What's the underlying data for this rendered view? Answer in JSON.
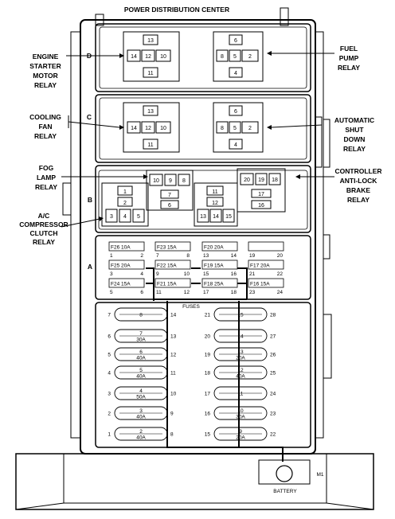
{
  "title": "POWER DISTRIBUTION CENTER",
  "left_labels": {
    "engine_starter": [
      "ENGINE",
      "STARTER",
      "MOTOR",
      "RELAY"
    ],
    "cooling_fan": [
      "COOLING",
      "FAN",
      "RELAY"
    ],
    "fog_lamp": [
      "FOG",
      "LAMP",
      "RELAY"
    ],
    "ac_compressor": [
      "A/C",
      "COMPRESSOR",
      "CLUTCH",
      "RELAY"
    ]
  },
  "right_labels": {
    "fuel_pump": [
      "FUEL",
      "PUMP",
      "RELAY"
    ],
    "auto_shutdown": [
      "AUTOMATIC",
      "SHUT",
      "DOWN",
      "RELAY"
    ],
    "antilock": [
      "CONTROLLER",
      "ANTI-LOCK",
      "BRAKE",
      "RELAY"
    ]
  },
  "section_letters": {
    "d": "D",
    "c": "C",
    "b": "B",
    "a": "A"
  },
  "relay_pins": {
    "top": "13",
    "left": "14",
    "center": "12",
    "right": "10",
    "bottom": "11"
  },
  "relay_pins_right": {
    "top": "6",
    "left": "8",
    "center": "5",
    "right": "2",
    "bottom": "4"
  },
  "mini_fuses": [
    {
      "label": "F26 10A",
      "left": "1",
      "right": "2"
    },
    {
      "label": "F23 15A",
      "left": "7",
      "right": "8"
    },
    {
      "label": "F20 20A",
      "left": "13",
      "right": "14"
    },
    {
      "label": "",
      "left": "19",
      "right": "20"
    },
    {
      "label": "F25 20A",
      "left": "3",
      "right": "4"
    },
    {
      "label": "F22 15A",
      "left": "9",
      "right": "10"
    },
    {
      "label": "F19 15A",
      "left": "15",
      "right": "16"
    },
    {
      "label": "F17 20A",
      "left": "21",
      "right": "22"
    },
    {
      "label": "F24 15A",
      "left": "5",
      "right": "6"
    },
    {
      "label": "F21 15A",
      "left": "11",
      "right": "12"
    },
    {
      "label": "F18 25A",
      "left": "17",
      "right": "18"
    },
    {
      "label": "F16 15A",
      "left": "23",
      "right": "24"
    }
  ],
  "fuses_label": "FUSES",
  "maxi_left": [
    {
      "left": "7",
      "num": "8",
      "amp": "",
      "right": "14"
    },
    {
      "left": "6",
      "num": "7",
      "amp": "30A",
      "right": "13"
    },
    {
      "left": "5",
      "num": "6",
      "amp": "40A",
      "right": "12"
    },
    {
      "left": "4",
      "num": "5",
      "amp": "40A",
      "right": "11"
    },
    {
      "left": "3",
      "num": "4",
      "amp": "50A",
      "right": "10"
    },
    {
      "left": "2",
      "num": "3",
      "amp": "40A",
      "right": "9"
    },
    {
      "left": "1",
      "num": "2",
      "amp": "40A",
      "right": "8"
    }
  ],
  "maxi_right": [
    {
      "left": "21",
      "num": "15",
      "amp": "",
      "right": "28"
    },
    {
      "left": "20",
      "num": "14",
      "amp": "",
      "right": "27"
    },
    {
      "left": "19",
      "num": "13",
      "amp": "20A",
      "right": "26"
    },
    {
      "left": "18",
      "num": "12",
      "amp": "40A",
      "right": "25"
    },
    {
      "left": "17",
      "num": "11",
      "amp": "",
      "right": "24"
    },
    {
      "left": "16",
      "num": "10",
      "amp": "30A",
      "right": "23"
    },
    {
      "left": "15",
      "num": "9",
      "amp": "20A",
      "right": "22"
    }
  ],
  "battery": {
    "label": "BATTERY",
    "id": "M1"
  },
  "relay_b": {
    "fog": {
      "top": "1",
      "mid": "2",
      "left": "3",
      "center": "4",
      "right": "5"
    },
    "middle": {
      "a": "10",
      "b": "9",
      "c": "8",
      "d": "7",
      "e": "6"
    },
    "controller": {
      "a": "11",
      "b": "12",
      "c": "13",
      "d": "14",
      "e": "15"
    },
    "antilock": {
      "a": "20",
      "b": "19",
      "c": "18",
      "d": "17",
      "e": "16"
    }
  }
}
